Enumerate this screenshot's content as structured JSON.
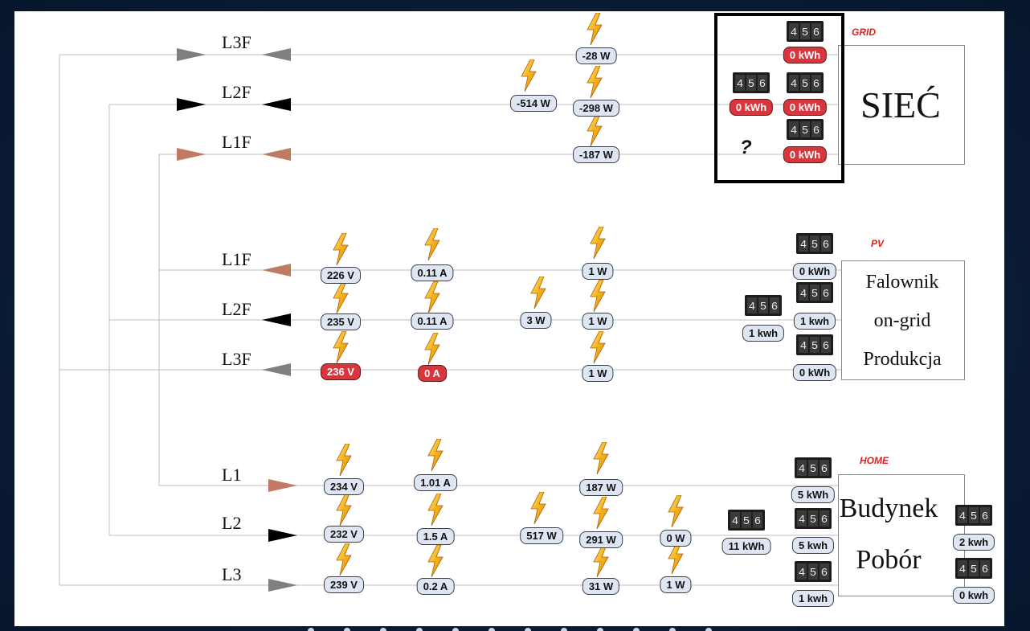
{
  "grid": {
    "tag": "GRID",
    "title": "SIEĆ",
    "phases": [
      "L3F",
      "L2F",
      "L1F"
    ],
    "power": [
      "-28 W",
      "-298 W",
      "-187 W"
    ],
    "total_power": "-514 W",
    "meters": [
      "0 kWh",
      "0 kWh",
      "0 kWh"
    ],
    "meter_total": "0 kWh",
    "unknown": "?"
  },
  "pv": {
    "tag": "PV",
    "title_lines": [
      "Falownik",
      "on-grid",
      "Produkcja"
    ],
    "phases": [
      "L1F",
      "L2F",
      "L3F"
    ],
    "voltage": [
      "226 V",
      "235 V",
      "236 V"
    ],
    "current": [
      "0.11 A",
      "0.11 A",
      "0 A"
    ],
    "power": [
      "1 W",
      "1 W",
      "1 W"
    ],
    "total_power": "3 W",
    "meters": [
      "0 kWh",
      "1 kwh",
      "0 kWh"
    ],
    "meter_total": "1 kwh"
  },
  "home": {
    "tag": "HOME",
    "title_lines": [
      "Budynek",
      "Pobór"
    ],
    "phases": [
      "L1",
      "L2",
      "L3"
    ],
    "voltage": [
      "234 V",
      "232 V",
      "239 V"
    ],
    "current": [
      "1.01 A",
      "1.5 A",
      "0.2 A"
    ],
    "power": [
      "187 W",
      "291 W",
      "31 W"
    ],
    "total_power": "517 W",
    "extra_power": [
      "0 W",
      "1 W"
    ],
    "meters": [
      "5 kWh",
      "5 kwh",
      "1 kwh"
    ],
    "meter_total": "11 kWh",
    "side_meters": [
      "2 kwh",
      "0 kwh"
    ]
  },
  "colors": {
    "phase_l1": "#c07a63",
    "phase_l2": "#000000",
    "phase_l3": "#7f7f7f",
    "alert": "#d9353c",
    "pill": "#dde6f2",
    "tag": "#dd2222"
  },
  "icons": [
    "lightning-bolt-icon",
    "energy-meter-icon",
    "arrow-left-icon",
    "arrow-right-icon"
  ]
}
